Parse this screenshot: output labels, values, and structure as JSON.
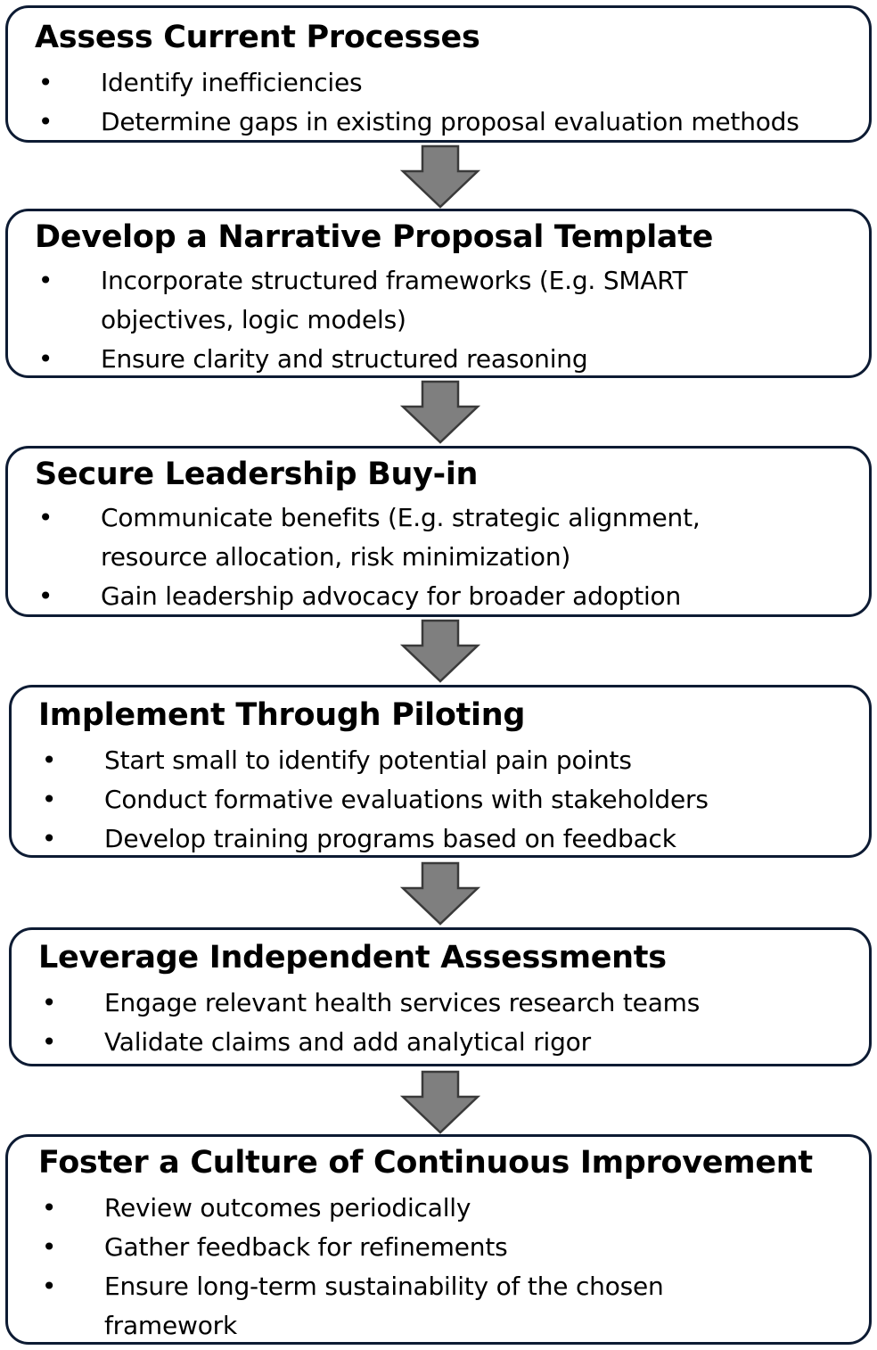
{
  "steps": [
    {
      "title": "Assess Current Processes",
      "bullets": [
        "Identify inefficiencies",
        "Determine gaps in existing proposal evaluation methods"
      ]
    },
    {
      "title": "Develop a Narrative Proposal Template",
      "bullets": [
        "Incorporate structured frameworks (E.g. SMART objectives, logic models)",
        "Ensure clarity and structured reasoning"
      ]
    },
    {
      "title": "Secure Leadership Buy-in",
      "bullets": [
        "Communicate benefits (E.g. strategic alignment, resource allocation, risk minimization)",
        "Gain leadership advocacy for broader adoption"
      ]
    },
    {
      "title": "Implement Through Piloting",
      "bullets": [
        "Start small to identify potential pain points",
        "Conduct formative evaluations with stakeholders",
        "Develop training programs based on feedback"
      ]
    },
    {
      "title": "Leverage Independent Assessments",
      "bullets": [
        "Engage relevant health services research teams",
        "Validate claims and add analytical rigor"
      ]
    },
    {
      "title": "Foster a Culture of Continuous Improvement",
      "bullets": [
        "Review outcomes periodically",
        "Gather feedback for refinements",
        "Ensure long-term sustainability of the chosen framework"
      ]
    }
  ],
  "bullet_symbol": "•",
  "colors": {
    "box_border": "#0d1b33",
    "arrow_fill": "#7f7f7f",
    "arrow_stroke": "#3a3a3a"
  },
  "arrow_icon": "down-arrow-icon"
}
